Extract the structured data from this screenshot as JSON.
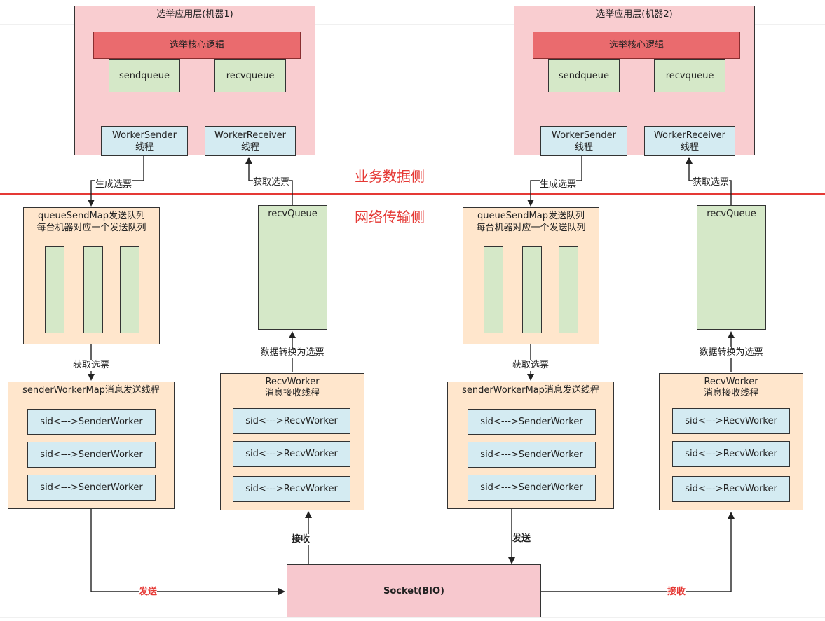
{
  "machines": [
    {
      "layer_title": "选举应用层(机器1)",
      "core": "选举核心逻辑",
      "sendqueue": "sendqueue",
      "recvqueue": "recvqueue",
      "sender_thread": [
        "WorkerSender",
        "线程"
      ],
      "receiver_thread": [
        "WorkerReceiver",
        "线程"
      ],
      "gen_vote": "生成选票",
      "get_vote_top": "获取选票",
      "queue_send_map": [
        "queueSendMap发送队列",
        "每台机器对应一个发送队列"
      ],
      "recv_queue": "recvQueue",
      "get_vote_mid": "获取选票",
      "convert": "数据转换为选票",
      "sender_worker_map": "senderWorkerMap消息发送线程",
      "sender_rows": [
        "sid<--->SenderWorker",
        "sid<--->SenderWorker",
        "sid<--->SenderWorker"
      ],
      "recv_worker": [
        "RecvWorker",
        "消息接收线程"
      ],
      "recv_rows": [
        "sid<--->RecvWorker",
        "sid<--->RecvWorker",
        "sid<--->RecvWorker"
      ]
    },
    {
      "layer_title": "选举应用层(机器2)",
      "core": "选举核心逻辑",
      "sendqueue": "sendqueue",
      "recvqueue": "recvqueue",
      "sender_thread": [
        "WorkerSender",
        "线程"
      ],
      "receiver_thread": [
        "WorkerReceiver",
        "线程"
      ],
      "gen_vote": "生成选票",
      "get_vote_top": "获取选票",
      "queue_send_map": [
        "queueSendMap发送队列",
        "每台机器对应一个发送队列"
      ],
      "recv_queue": "recvQueue",
      "get_vote_mid": "获取选票",
      "convert": "数据转换为选票",
      "sender_worker_map": "senderWorkerMap消息发送线程",
      "sender_rows": [
        "sid<--->SenderWorker",
        "sid<--->SenderWorker",
        "sid<--->SenderWorker"
      ],
      "recv_worker": [
        "RecvWorker",
        "消息接收线程"
      ],
      "recv_rows": [
        "sid<--->RecvWorker",
        "sid<--->RecvWorker",
        "sid<--->RecvWorker"
      ]
    }
  ],
  "zones": {
    "business": "业务数据侧",
    "network": "网络传输侧"
  },
  "socket": "Socket(BIO)",
  "flow": {
    "send_left": "发送",
    "recv_left": "接收",
    "send_right": "发送",
    "recv_right": "接收"
  },
  "colors": {
    "divider": "#e53935",
    "core": "#ea6b6e",
    "layer": "#f9cdd0",
    "green": "#d5e8c8",
    "blue": "#d4ebf2",
    "peach": "#ffe6cc"
  }
}
